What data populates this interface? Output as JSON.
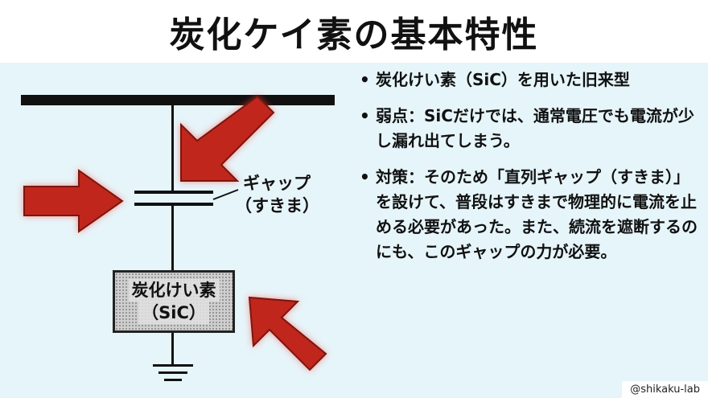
{
  "title": "炭化ケイ素の基本特性",
  "diagram": {
    "gap_label_line1": "ギャップ",
    "gap_label_line2": "（すきま）",
    "sic_label_line1": "炭化けい素",
    "sic_label_line2": "（SiC）",
    "arrow_color": "#c0281d",
    "line_color": "#111111"
  },
  "bullets": [
    "炭化けい素（SiC）を用いた旧来型",
    "弱点：SiCだけでは、通常電圧でも電流が少し漏れ出てしまう。",
    "対策：そのため「直列ギャップ（すきま）」を設けて、普段はすきまで物理的に電流を止める必要があった。また、続流を遮断するのにも、このギャップの力が必要。"
  ],
  "credit": "@shikaku-lab"
}
